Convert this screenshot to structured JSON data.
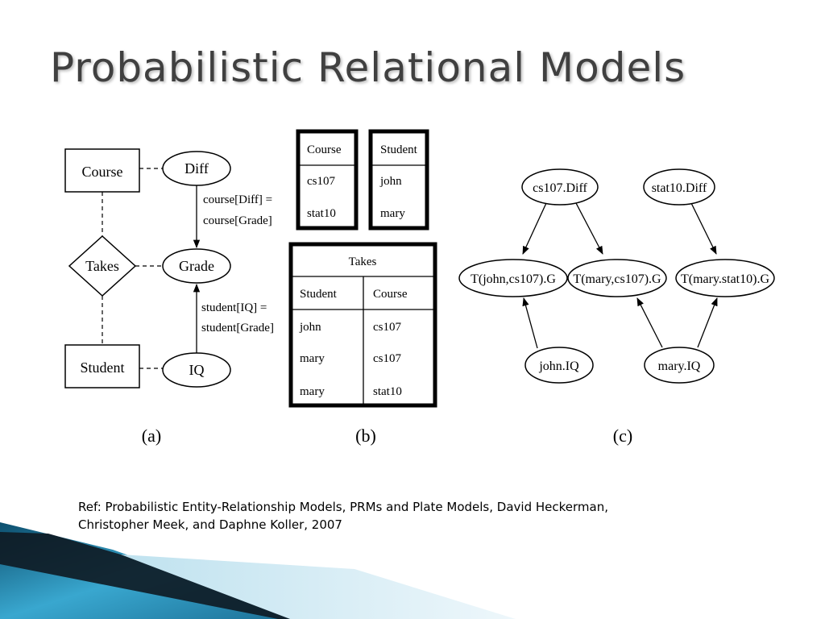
{
  "slide": {
    "title": "Probabilistic Relational Models",
    "reference": {
      "line1": "Ref: Probabilistic Entity-Relationship Models, PRMs and Plate Models, David Heckerman,",
      "line2": "Christopher Meek, and Daphne Koller, 2007"
    },
    "colors": {
      "title": "#404040",
      "accent_dark": "#0d4f6e",
      "accent_light": "#39a7cf"
    }
  },
  "panel_a": {
    "caption": "(a)",
    "entities": {
      "course": "Course",
      "student": "Student"
    },
    "relationship": "Takes",
    "attributes": {
      "diff": "Diff",
      "grade": "Grade",
      "iq": "IQ"
    },
    "constraints": {
      "diff_grade": [
        "course[Diff] =",
        "course[Grade]"
      ],
      "iq_grade": [
        "student[IQ] =",
        "student[Grade]"
      ]
    }
  },
  "panel_b": {
    "caption": "(b)",
    "course_table": {
      "header": "Course",
      "rows": [
        "cs107",
        "stat10"
      ]
    },
    "student_table": {
      "header": "Student",
      "rows": [
        "john",
        "mary"
      ]
    },
    "takes_table": {
      "header": "Takes",
      "columns": [
        "Student",
        "Course"
      ],
      "rows": [
        [
          "john",
          "cs107"
        ],
        [
          "mary",
          "cs107"
        ],
        [
          "mary",
          "stat10"
        ]
      ]
    }
  },
  "panel_c": {
    "caption": "(c)",
    "nodes": {
      "cs107_diff": "cs107.Diff",
      "stat10_diff": "stat10.Diff",
      "t_john_cs107": "T(john,cs107).G",
      "t_mary_cs107": "T(mary,cs107).G",
      "t_mary_stat10": "T(mary.stat10).G",
      "john_iq": "john.IQ",
      "mary_iq": "mary.IQ"
    }
  }
}
